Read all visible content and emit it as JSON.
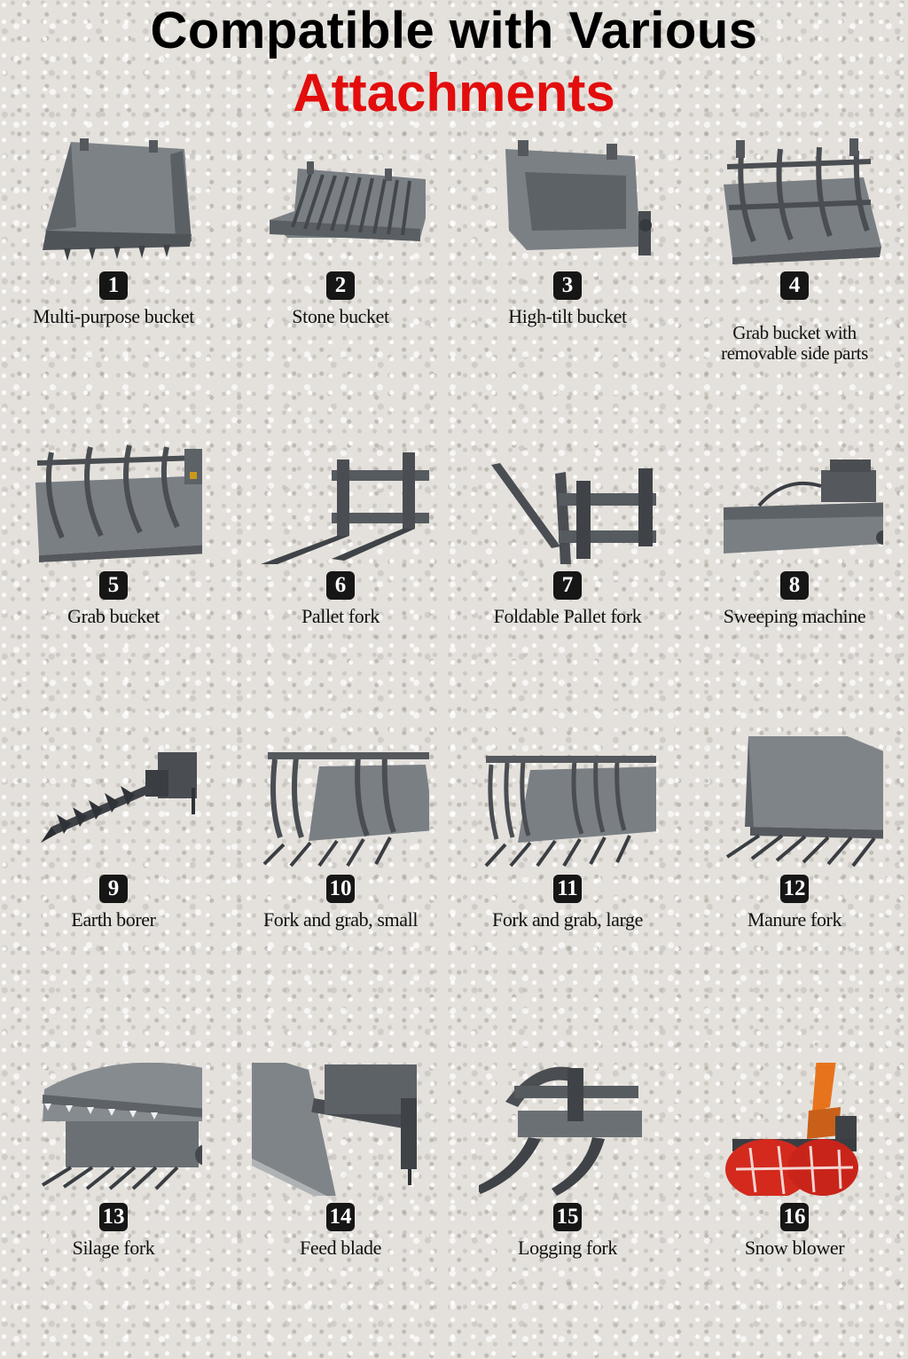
{
  "header": {
    "title_line1": "Compatible with Various",
    "title_line2": "Attachments"
  },
  "colors": {
    "title": "#000000",
    "title_accent": "#e30d0d",
    "attachment_steel": "#6f7479",
    "blower_orange": "#e8731d",
    "blower_red": "#d42a1e",
    "badge": "#161616"
  },
  "attachments": [
    {
      "number": "1",
      "label": "Multi-purpose bucket",
      "icon": "multi-purpose-bucket-icon"
    },
    {
      "number": "2",
      "label": "Stone bucket",
      "icon": "stone-bucket-icon"
    },
    {
      "number": "3",
      "label": "High-tilt bucket",
      "icon": "high-tilt-bucket-icon"
    },
    {
      "number": "4",
      "label": "Grab bucket with\nremovable side parts",
      "icon": "grab-bucket-removable-icon"
    },
    {
      "number": "5",
      "label": "Grab bucket",
      "icon": "grab-bucket-icon"
    },
    {
      "number": "6",
      "label": "Pallet fork",
      "icon": "pallet-fork-icon"
    },
    {
      "number": "7",
      "label": "Foldable Pallet fork",
      "icon": "foldable-pallet-fork-icon"
    },
    {
      "number": "8",
      "label": "Sweeping machine",
      "icon": "sweeping-machine-icon"
    },
    {
      "number": "9",
      "label": "Earth borer",
      "icon": "earth-borer-icon"
    },
    {
      "number": "10",
      "label": "Fork and grab, small",
      "icon": "fork-grab-small-icon"
    },
    {
      "number": "11",
      "label": "Fork and grab, large",
      "icon": "fork-grab-large-icon"
    },
    {
      "number": "12",
      "label": "Manure fork",
      "icon": "manure-fork-icon"
    },
    {
      "number": "13",
      "label": "Silage fork",
      "icon": "silage-fork-icon"
    },
    {
      "number": "14",
      "label": "Feed blade",
      "icon": "feed-blade-icon"
    },
    {
      "number": "15",
      "label": "Logging fork",
      "icon": "logging-fork-icon"
    },
    {
      "number": "16",
      "label": "Snow blower",
      "icon": "snow-blower-icon"
    }
  ]
}
